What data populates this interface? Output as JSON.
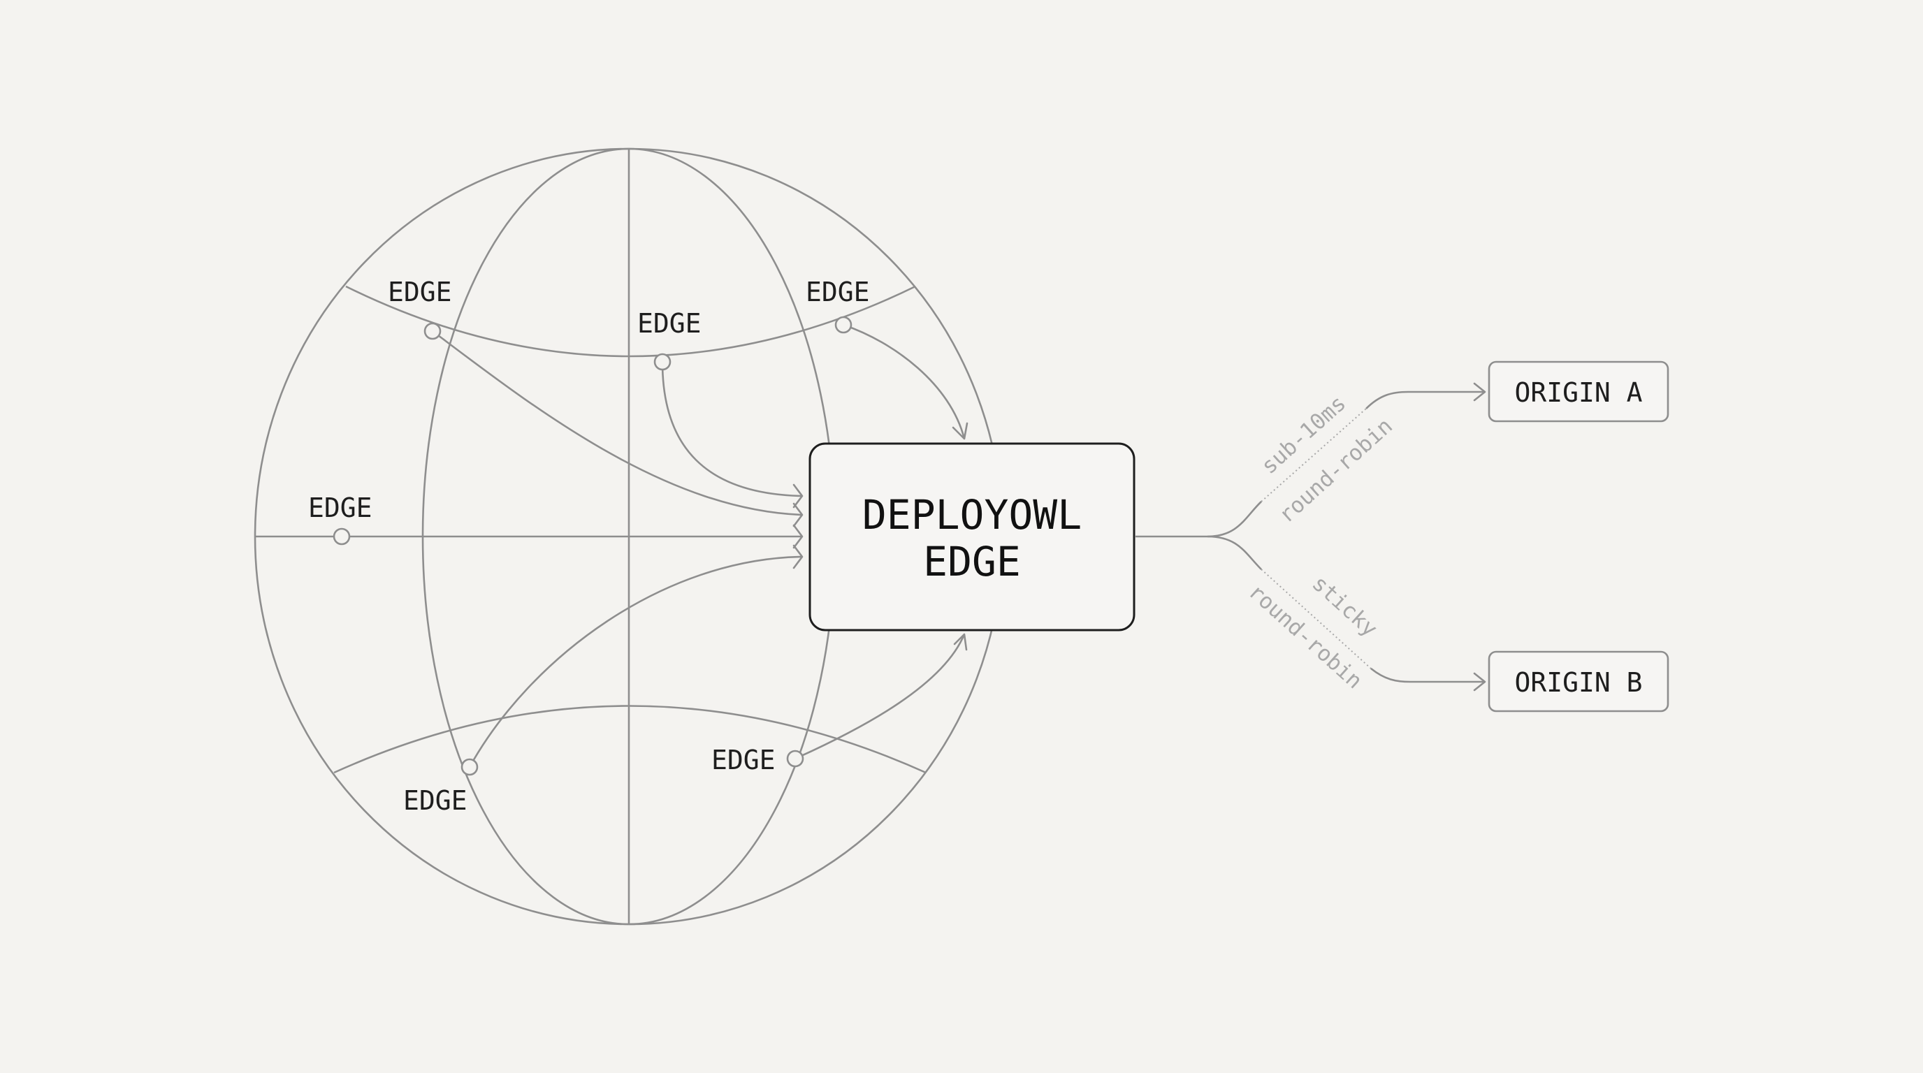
{
  "edge_nodes": [
    {
      "id": "edge-1",
      "label": "EDGE"
    },
    {
      "id": "edge-2",
      "label": "EDGE"
    },
    {
      "id": "edge-3",
      "label": "EDGE"
    },
    {
      "id": "edge-4",
      "label": "EDGE"
    },
    {
      "id": "edge-5",
      "label": "EDGE"
    },
    {
      "id": "edge-6",
      "label": "EDGE"
    }
  ],
  "hub": {
    "line1": "DEPLOYOWL",
    "line2": "EDGE"
  },
  "origins": {
    "a": {
      "label": "ORIGIN A"
    },
    "b": {
      "label": "ORIGIN B"
    }
  },
  "routes": {
    "upper_primary": "sub-10ms",
    "upper_secondary": "round-robin",
    "lower_primary": "sticky",
    "lower_secondary": "round-robin"
  },
  "colors": {
    "background": "#f4f3f0",
    "line": "#8e8e8e",
    "text": "#1e1e1e",
    "faded_text": "#a8a8a8"
  }
}
